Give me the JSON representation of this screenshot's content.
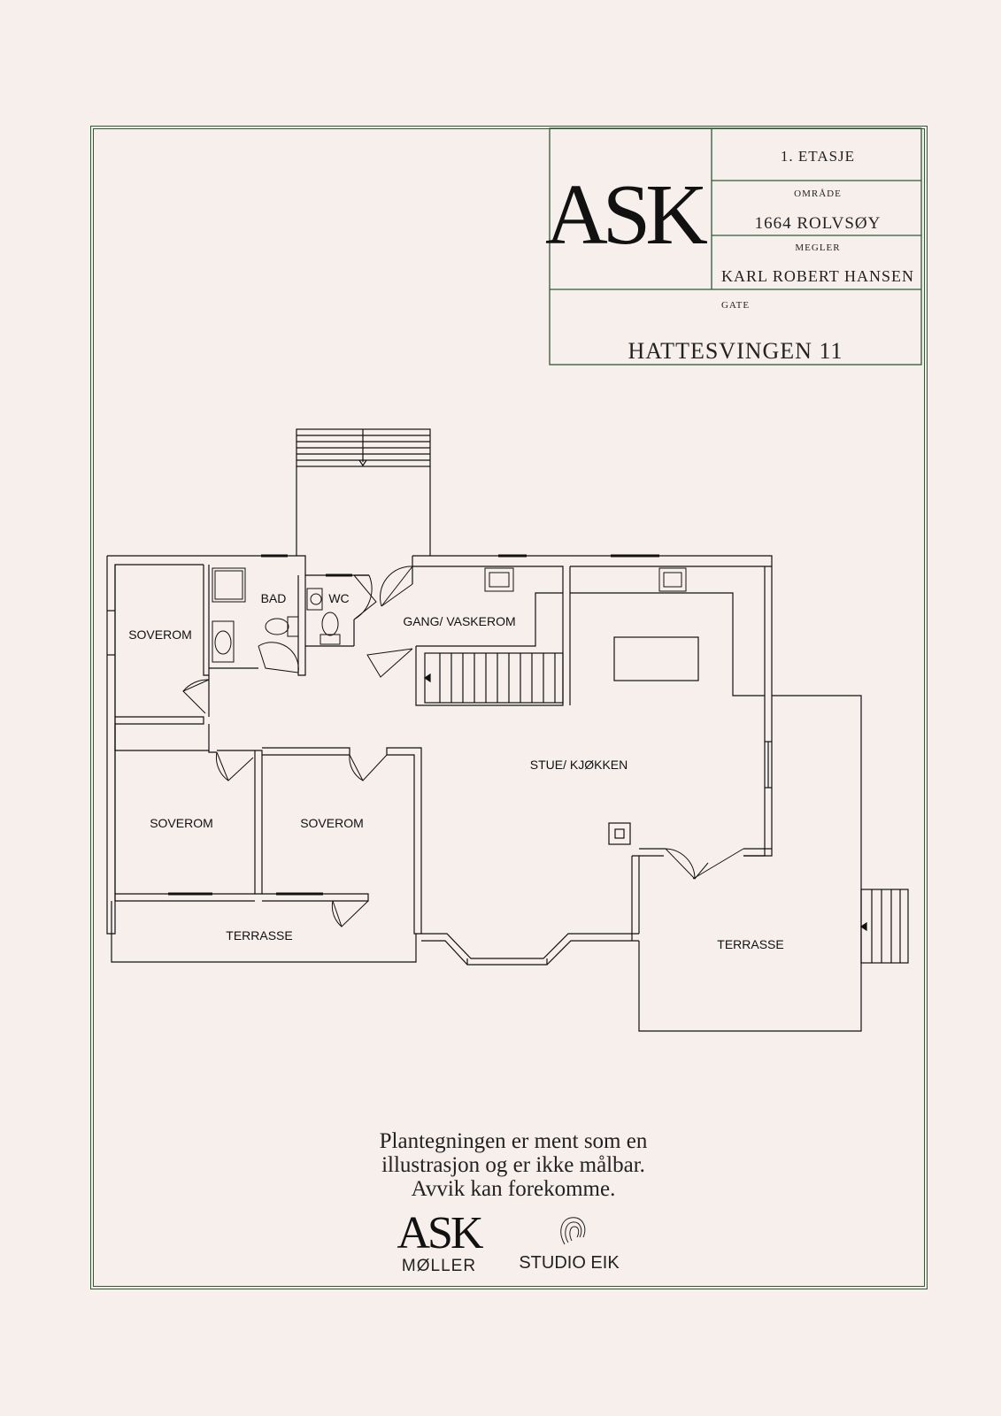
{
  "title_block": {
    "floor": "1. ETASJE",
    "area_label": "OMRÅDE",
    "area_value": "1664 ROLVSØY",
    "broker_label": "MEGLER",
    "broker_value": "KARL ROBERT HANSEN",
    "street_label": "GATE",
    "street_value": "HATTESVINGEN 11",
    "logo_text": "ASK"
  },
  "rooms": {
    "soverom_1": "SOVEROM",
    "bad": "BAD",
    "wc": "WC",
    "gang": "GANG/ VASKEROM",
    "soverom_2": "SOVEROM",
    "soverom_3": "SOVEROM",
    "stue": "STUE/ KJØKKEN",
    "terrasse_1": "TERRASSE",
    "terrasse_2": "TERRASSE"
  },
  "disclaimer": {
    "line1": "Plantegningen er ment som en",
    "line2": "illustrasjon og er ikke målbar.",
    "line3": "Avvik kan forekomme."
  },
  "footer_logos": {
    "ask_text": "ASK",
    "ask_sub": "MØLLER",
    "eik_text": "STUDIO EIK"
  },
  "colors": {
    "frame": "#2f5a36",
    "background": "#f6efec",
    "ink": "#111111"
  }
}
